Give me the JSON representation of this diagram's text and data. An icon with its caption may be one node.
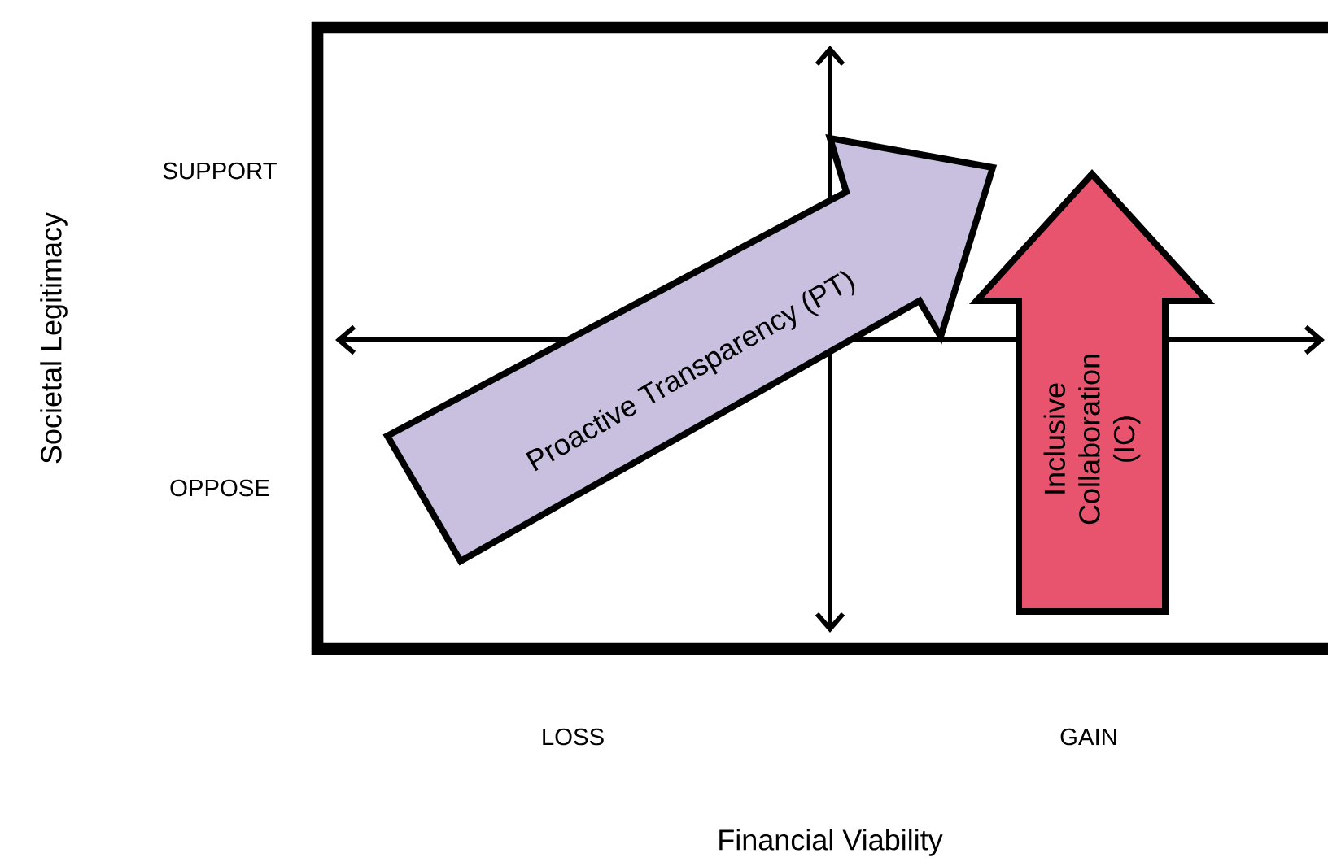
{
  "diagram": {
    "nodes": [
      {
        "text": [
          "Proactive Transparency (PT)"
        ]
      },
      {
        "text": [
          "Inclusive Collaboration (IC)"
        ]
      }
    ],
    "labels": [
      "SUPPORT",
      "OPPOSE",
      "Societal Legitimacy",
      "LOSS",
      "GAIN",
      "Financial Viability"
    ]
  }
}
